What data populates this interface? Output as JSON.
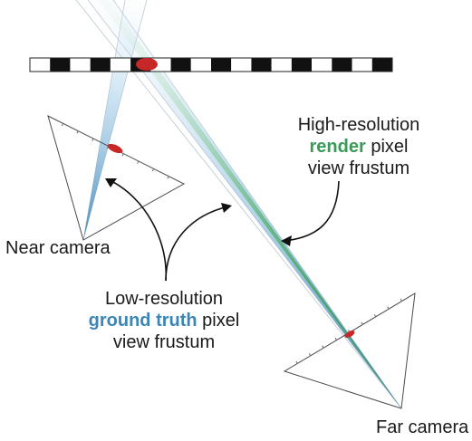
{
  "labels": {
    "near_camera": "Near camera",
    "far_camera": "Far camera",
    "high_res": {
      "line1": "High-resolution",
      "line2_emph": "render",
      "line2_rest": " pixel",
      "line3": "view frustum"
    },
    "low_res": {
      "line1": "Low-resolution",
      "line2_emph": "ground truth",
      "line2_rest": " pixel",
      "line3": "view frustum"
    }
  },
  "colors": {
    "render_green": "#3a9a58",
    "ground_truth_blue": "#3b86b8",
    "pixel_red": "#c62828",
    "checker_dark": "#111111"
  },
  "icons": {
    "pixel_marker": "red-ellipse",
    "camera": "triangle-frustum"
  }
}
